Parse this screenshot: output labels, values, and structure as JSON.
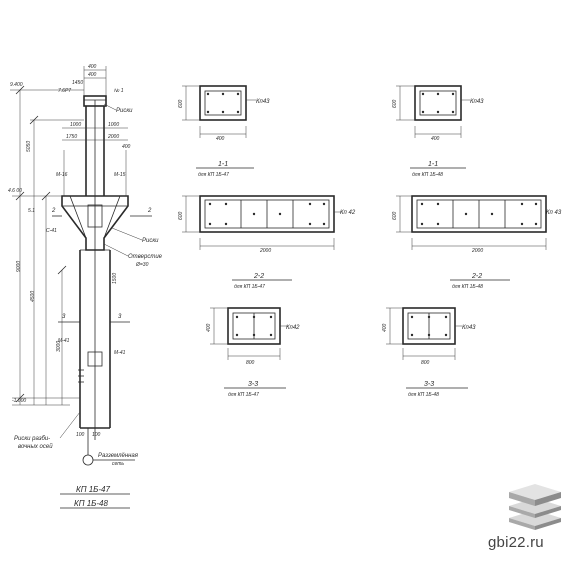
{
  "elevation": {
    "labels": {
      "top_mark": "9.400",
      "top_mark2": "7.6P7",
      "mark_1450": "1450",
      "mark_1a": "№ 1",
      "risks_top": "Риски",
      "d_1000a": "1000",
      "d_1000b": "1000",
      "d_1750": "1750",
      "d_2000": "2000",
      "d_400": "400",
      "d_400b": "400",
      "d_400c": "400",
      "d_5050": "5050",
      "m_16": "М-16",
      "m_15": "М-15",
      "mark_left": "4.6 00",
      "mark_left2": "5.1",
      "side_2": "2",
      "side_2b": "2",
      "c_41": "С-41",
      "risks_side": "Риски",
      "opening": "Отверстие",
      "opening_d": "Ø=30",
      "d_1500": "1500",
      "d_9000": "9000",
      "d_4500": "4500",
      "d_3000": "3000",
      "m_41a": "М-41",
      "m_41b": "М-41",
      "mark_3a": "3",
      "mark_3b": "3",
      "bottom_mark": "-1.000",
      "d_100": "100",
      "d_100b": "100",
      "risks_bottom_1": "Риски разби-",
      "risks_bottom_2": "вочных осей",
      "grounding_1": "Разземлённая",
      "grounding_2": "сеть",
      "title_1": "КП 1Б-47",
      "title_2": "КП 1Б-48"
    }
  },
  "sections": [
    {
      "width_dim": "400",
      "height_dim": "600",
      "tag": "Кп43",
      "title": "1-1",
      "caption": "для КП 1Б-47"
    },
    {
      "width_dim": "400",
      "height_dim": "600",
      "tag": "Кп43",
      "title": "1-1",
      "caption": "для КП 1Б-48"
    },
    {
      "width_dim": "2000",
      "height_dim": "600",
      "tag": "Кп 42",
      "title": "2-2",
      "caption": "для КП 1Б-47"
    },
    {
      "width_dim": "2000",
      "height_dim": "600",
      "tag": "Кп 43",
      "title": "2-2",
      "caption": "для КП 1Б-48"
    },
    {
      "width_dim": "800",
      "height_dim": "400",
      "tag": "Кп42",
      "title": "3-3",
      "caption": "для КП 1Б-47"
    },
    {
      "width_dim": "800",
      "height_dim": "400",
      "tag": "Кп43",
      "title": "3-3",
      "caption": "для КП 1Б-48"
    }
  ],
  "watermark": {
    "site": "gbi22.ru",
    "icon": "stacked-slabs-icon",
    "colors": {
      "top": "#d9d9d9",
      "side": "#a9a9a9",
      "dark": "#8c8c8c"
    }
  }
}
